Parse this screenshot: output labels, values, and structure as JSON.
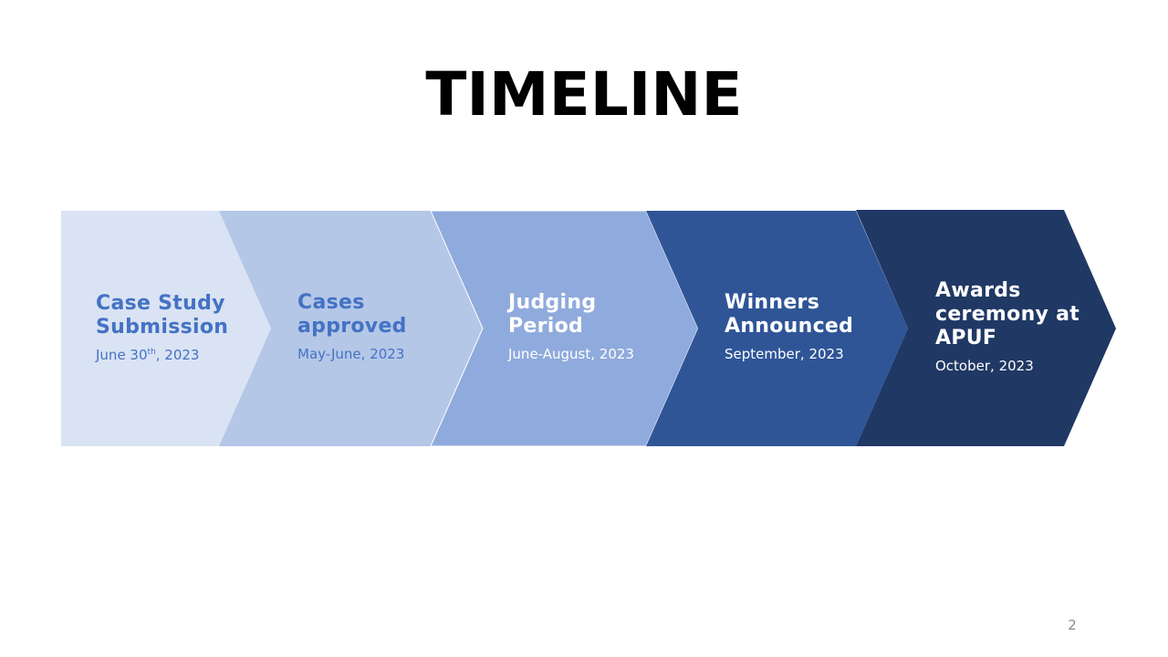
{
  "slide": {
    "title": "TIMELINE",
    "page_number": "2"
  },
  "colors": {
    "step1_fill": "#dae3f3",
    "step2_fill": "#b4c7e7",
    "step3_fill": "#8faadc",
    "step4_fill": "#2f5597",
    "step5_fill": "#203864",
    "light_text": "#4472c4",
    "white_text": "#ffffff"
  },
  "timeline": {
    "steps": [
      {
        "heading": "Case Study Submission",
        "date_main": "June 30",
        "date_sup": "th",
        "date_tail": ", 2023"
      },
      {
        "heading": "Cases approved",
        "date": "May-June, 2023"
      },
      {
        "heading": "Judging Period",
        "date": "June-August, 2023"
      },
      {
        "heading": "Winners Announced",
        "date": "September, 2023"
      },
      {
        "heading": "Awards ceremony at APUF",
        "date": "October, 2023"
      }
    ]
  }
}
